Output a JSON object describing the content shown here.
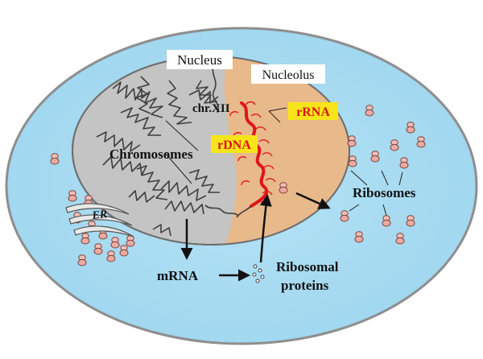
{
  "labels": {
    "nucleus": "Nucleus",
    "nucleolus": "Nucleolus",
    "chr_xii": "chr.XII",
    "rrna": "rRNA",
    "rdna": "rDNA",
    "chromosomes": "Chromosomes",
    "er": "ER",
    "ribosomes": "Ribosomes",
    "mrna": "mRNA",
    "ribosomal_proteins_line1": "Ribosomal",
    "ribosomal_proteins_line2": "proteins"
  },
  "colors": {
    "cytoplasm": "#a9dcf2",
    "cell_edge": "#8e8e8e",
    "nucleus_gray": "#c4c4c4",
    "nucleolus_tan": "#e8b98a",
    "rdna_red": "#e0151b",
    "highlight_yellow": "#f7e51a",
    "ribosome_pink": "#f1b9b4",
    "ribosome_dark": "#8a4a40"
  }
}
